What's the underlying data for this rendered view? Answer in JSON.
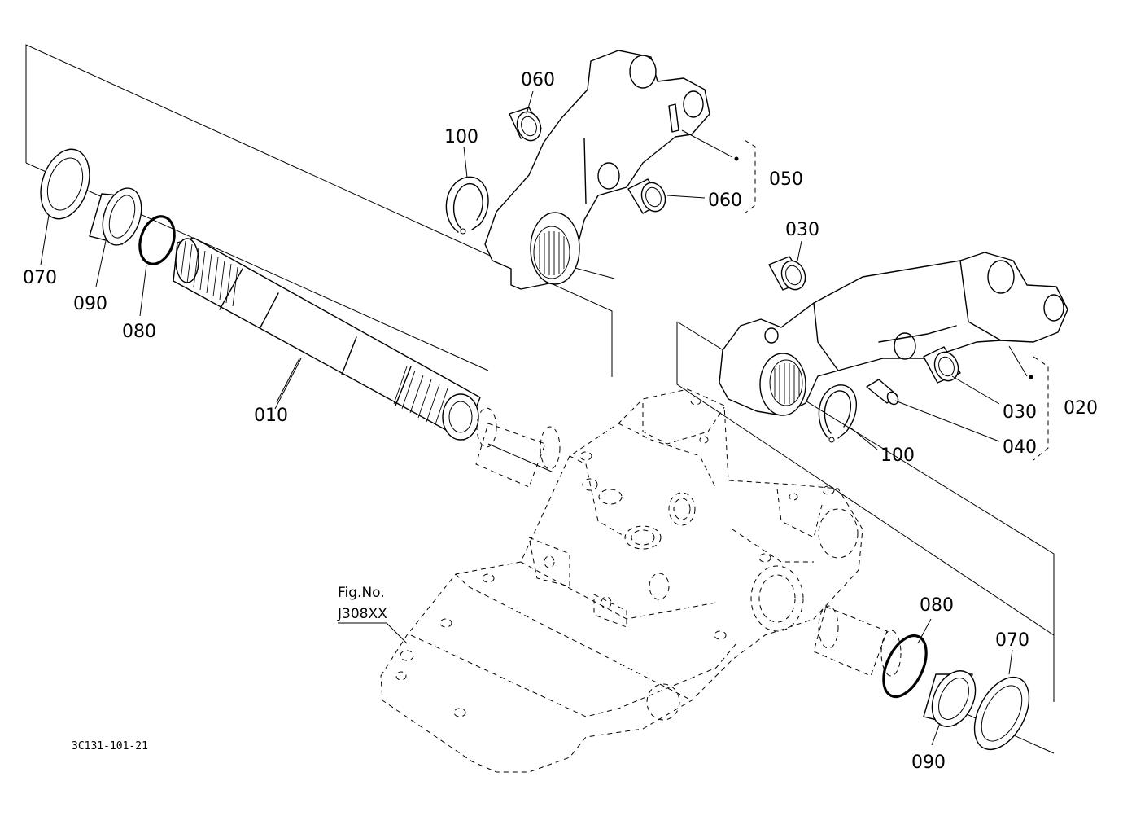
{
  "labels": {
    "p010": "010",
    "p020": "020",
    "p030a": "030",
    "p030b": "030",
    "p040": "040",
    "p050": "050",
    "p060a": "060",
    "p060b": "060",
    "p070a": "070",
    "p070b": "070",
    "p080a": "080",
    "p080b": "080",
    "p090a": "090",
    "p090b": "090",
    "p100a": "100",
    "p100b": "100"
  },
  "figure": {
    "ref_line1": "Fig.No.",
    "ref_line2": "J308XX",
    "drawing_code": "3C131-101-21"
  }
}
